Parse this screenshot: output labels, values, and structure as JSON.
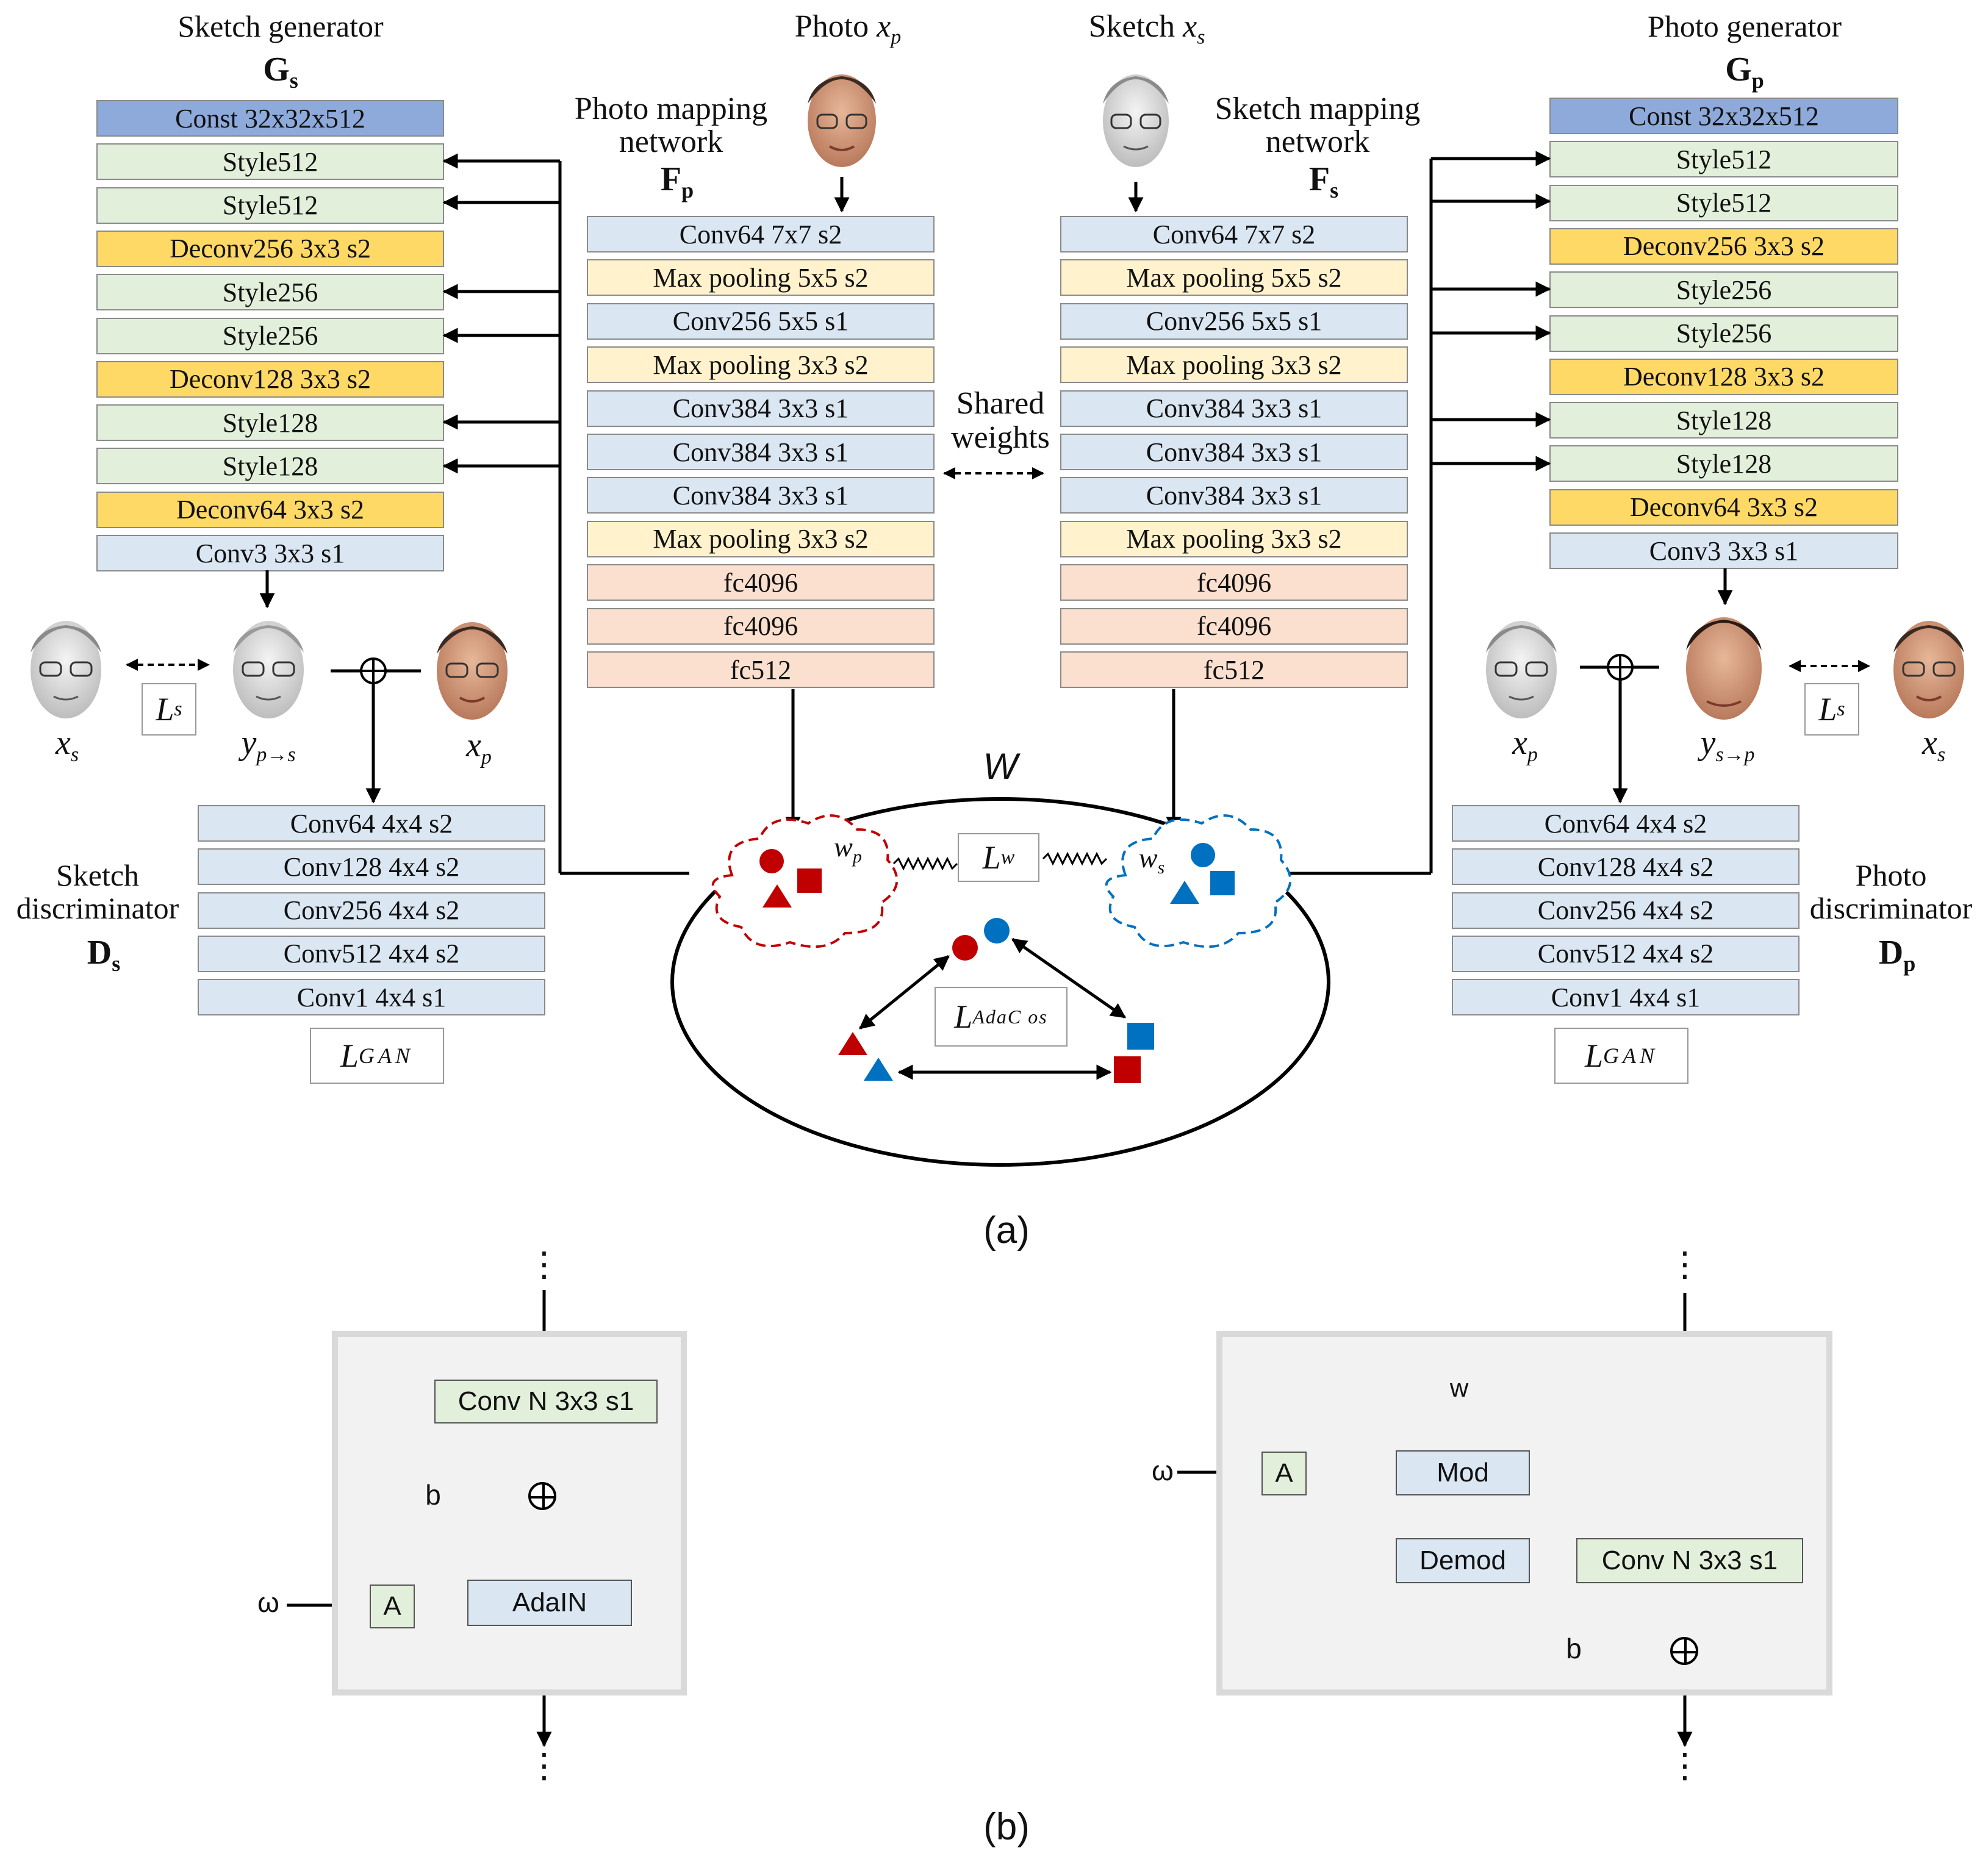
{
  "sketch_generator": {
    "title": "Sketch generator",
    "symbol": "G",
    "sub": "s",
    "layers": [
      "Const 32x32x512",
      "Style512",
      "Style512",
      "Deconv256 3x3 s2",
      "Style256",
      "Style256",
      "Deconv128 3x3 s2",
      "Style128",
      "Style128",
      "Deconv64 3x3 s2",
      "Conv3 3x3 s1"
    ]
  },
  "photo_generator": {
    "title": "Photo generator",
    "symbol": "G",
    "sub": "p",
    "layers": [
      "Const 32x32x512",
      "Style512",
      "Style512",
      "Deconv256 3x3 s2",
      "Style256",
      "Style256",
      "Deconv128 3x3 s2",
      "Style128",
      "Style128",
      "Deconv64 3x3 s2",
      "Conv3 3x3 s1"
    ]
  },
  "photo_mapping": {
    "title_line1": "Photo mapping",
    "title_line2": "network",
    "symbol": "F",
    "sub": "p",
    "input_label": "Photo",
    "input_var": "x",
    "input_sub": "p",
    "layers": [
      "Conv64 7x7 s2",
      "Max pooling 5x5 s2",
      "Conv256 5x5 s1",
      "Max pooling 3x3 s2",
      "Conv384 3x3 s1",
      "Conv384 3x3 s1",
      "Conv384 3x3 s1",
      "Max pooling 3x3 s2",
      "fc4096",
      "fc4096",
      "fc512"
    ]
  },
  "sketch_mapping": {
    "title_line1": "Sketch mapping",
    "title_line2": "network",
    "symbol": "F",
    "sub": "s",
    "input_label": "Sketch",
    "input_var": "x",
    "input_sub": "s",
    "layers": [
      "Conv64 7x7 s2",
      "Max pooling 5x5 s2",
      "Conv256 5x5 s1",
      "Max pooling 3x3 s2",
      "Conv384 3x3 s1",
      "Conv384 3x3 s1",
      "Conv384 3x3 s1",
      "Max pooling 3x3 s2",
      "fc4096",
      "fc4096",
      "fc512"
    ]
  },
  "shared_weights": {
    "line1": "Shared",
    "line2": "weights"
  },
  "sketch_discriminator": {
    "title_line1": "Sketch",
    "title_line2": "discriminator",
    "symbol": "D",
    "sub": "s",
    "layers": [
      "Conv64 4x4 s2",
      "Conv128 4x4 s2",
      "Conv256 4x4 s2",
      "Conv512 4x4 s2",
      "Conv1 4x4 s1"
    ],
    "loss": "L",
    "loss_sub": "GAN"
  },
  "photo_discriminator": {
    "title_line1": "Photo",
    "title_line2": "discriminator",
    "symbol": "D",
    "sub": "p",
    "layers": [
      "Conv64 4x4 s2",
      "Conv128 4x4 s2",
      "Conv256 4x4 s2",
      "Conv512 4x4 s2",
      "Conv1 4x4 s1"
    ],
    "loss": "L",
    "loss_sub": "GAN"
  },
  "left_faces": {
    "x_s": "x",
    "x_s_sub": "s",
    "y": "y",
    "y_sub": "p→s",
    "x_p": "x",
    "x_p_sub": "p",
    "loss": "L",
    "loss_sub": "s"
  },
  "right_faces": {
    "x_p": "x",
    "x_p_sub": "p",
    "y": "y",
    "y_sub": "s→p",
    "x_s": "x",
    "x_s_sub": "s",
    "loss": "L",
    "loss_sub": "s"
  },
  "latent": {
    "space": "W",
    "w_p": "w",
    "w_p_sub": "p",
    "w_s": "w",
    "w_s_sub": "s",
    "lw": "L",
    "lw_sub": "w",
    "ladacos": "L",
    "ladacos_sub": "AdaC os",
    "colors": {
      "photo": "#c00000",
      "sketch": "#0070c0"
    }
  },
  "caption_a": "(a)",
  "caption_b": "(b)",
  "block_adain": {
    "conv": "Conv N 3x3 s1",
    "b": "b",
    "omega": "ω",
    "a": "A",
    "adain": "AdaIN",
    "dots": "⋮"
  },
  "block_mod": {
    "w": "w",
    "omega": "ω",
    "a": "A",
    "mod": "Mod",
    "demod": "Demod",
    "conv": "Conv N 3x3 s1",
    "b": "b",
    "dots": "⋮"
  }
}
